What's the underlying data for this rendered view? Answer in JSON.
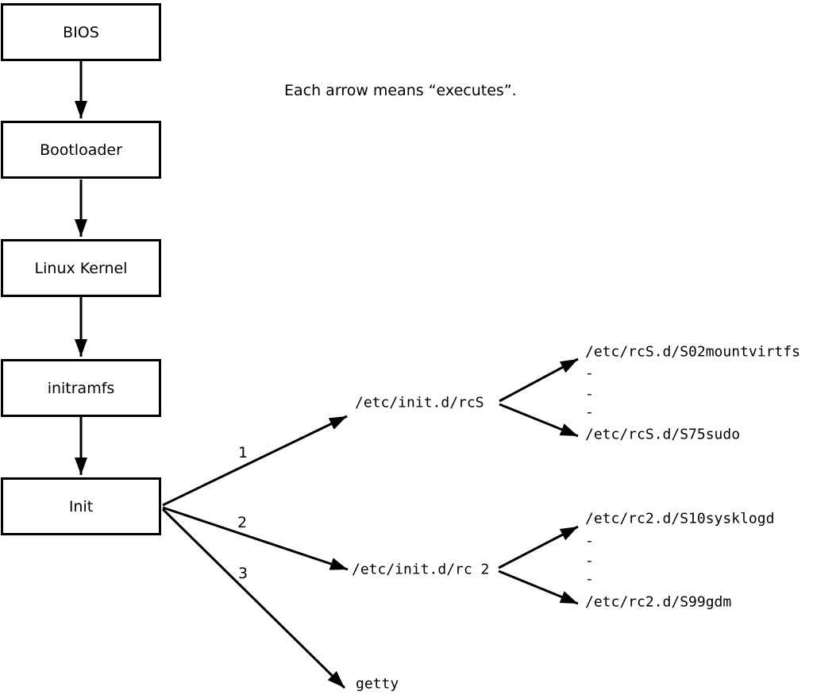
{
  "annotation": "Each arrow means “executes”.",
  "nodes": [
    {
      "label": "BIOS"
    },
    {
      "label": "Bootloader"
    },
    {
      "label": "Linux Kernel"
    },
    {
      "label": "initramfs"
    },
    {
      "label": "Init"
    }
  ],
  "branches": [
    {
      "number": "1",
      "target": "/etc/init.d/rcS",
      "children": [
        "/etc/rcS.d/S02mountvirtfs",
        "-",
        "-",
        "-",
        "/etc/rcS.d/S75sudo"
      ]
    },
    {
      "number": "2",
      "target": "/etc/init.d/rc 2",
      "children": [
        "/etc/rc2.d/S10sysklogd",
        "-",
        "-",
        "-",
        "/etc/rc2.d/S99gdm"
      ]
    },
    {
      "number": "3",
      "target": "getty",
      "children": []
    }
  ],
  "colors": {
    "line": "#000000",
    "background": "#ffffff"
  }
}
